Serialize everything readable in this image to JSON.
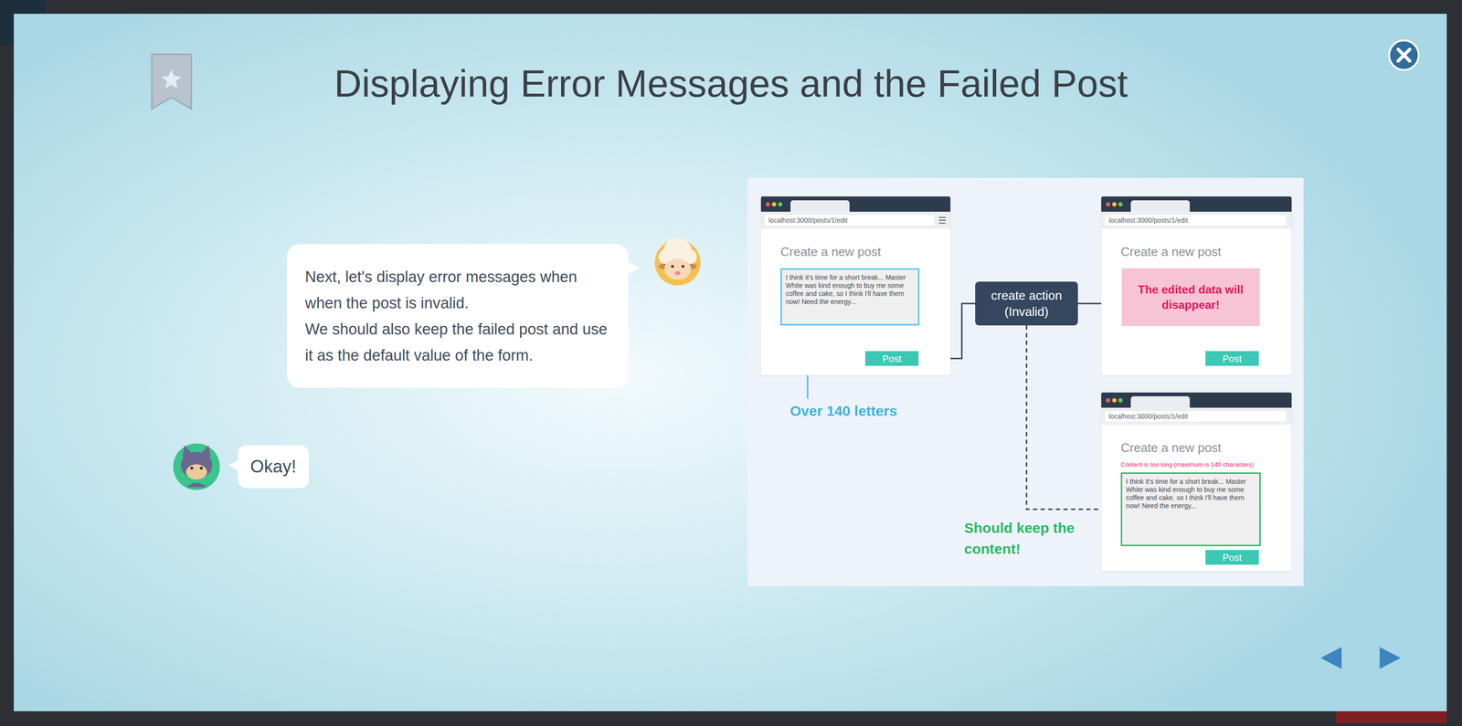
{
  "diagram": {
    "title": "Displaying Error Messages and the Failed Post",
    "nodes": [
      {
        "text": [
          "Next, let's display error messages when when the post is invalid.",
          "We should also keep the failed post and use it as the default value of the form."
        ]
      },
      {
        "text": [
          "Okay!"
        ]
      },
      {
        "text": [
          "localhost:3000/posts/1/edit",
          "Create a new post"
        ]
      },
      {
        "text": [
          "I think it's time for a short break... Master White was kind enough to buy me some coffee and cake, so I think I'll have them now! Need the energy..."
        ],
        "in": 2
      },
      {
        "text": [
          "Post"
        ],
        "in": 2
      },
      {
        "text": [
          "create action (Invalid)"
        ]
      },
      {
        "text": [
          "localhost:3000/posts/1/edit",
          "Create a new post"
        ]
      },
      {
        "text": [
          "The edited data will disappear!"
        ],
        "in": 6
      },
      {
        "text": [
          "Post"
        ],
        "in": 6
      },
      {
        "text": [
          "localhost:3000/posts/1/edit",
          "Create a new post",
          "Content is too long (maximum is 140 characters)"
        ]
      },
      {
        "text": [
          "I think it's time for a short break... Master White was kind enough to buy me some coffee and cake, so I think I'll have them now! Need the energy..."
        ],
        "in": 9
      },
      {
        "text": [
          "Post"
        ],
        "in": 9
      }
    ],
    "edges": [
      {
        "from": 4,
        "to": 5,
        "arrow": "none"
      },
      {
        "from": 5,
        "to": 7,
        "arrow": "to"
      },
      {
        "from": 5,
        "to": 10,
        "arrow": "to"
      }
    ],
    "labels": [
      "Over 140 letters",
      "Should keep the content!"
    ]
  }
}
